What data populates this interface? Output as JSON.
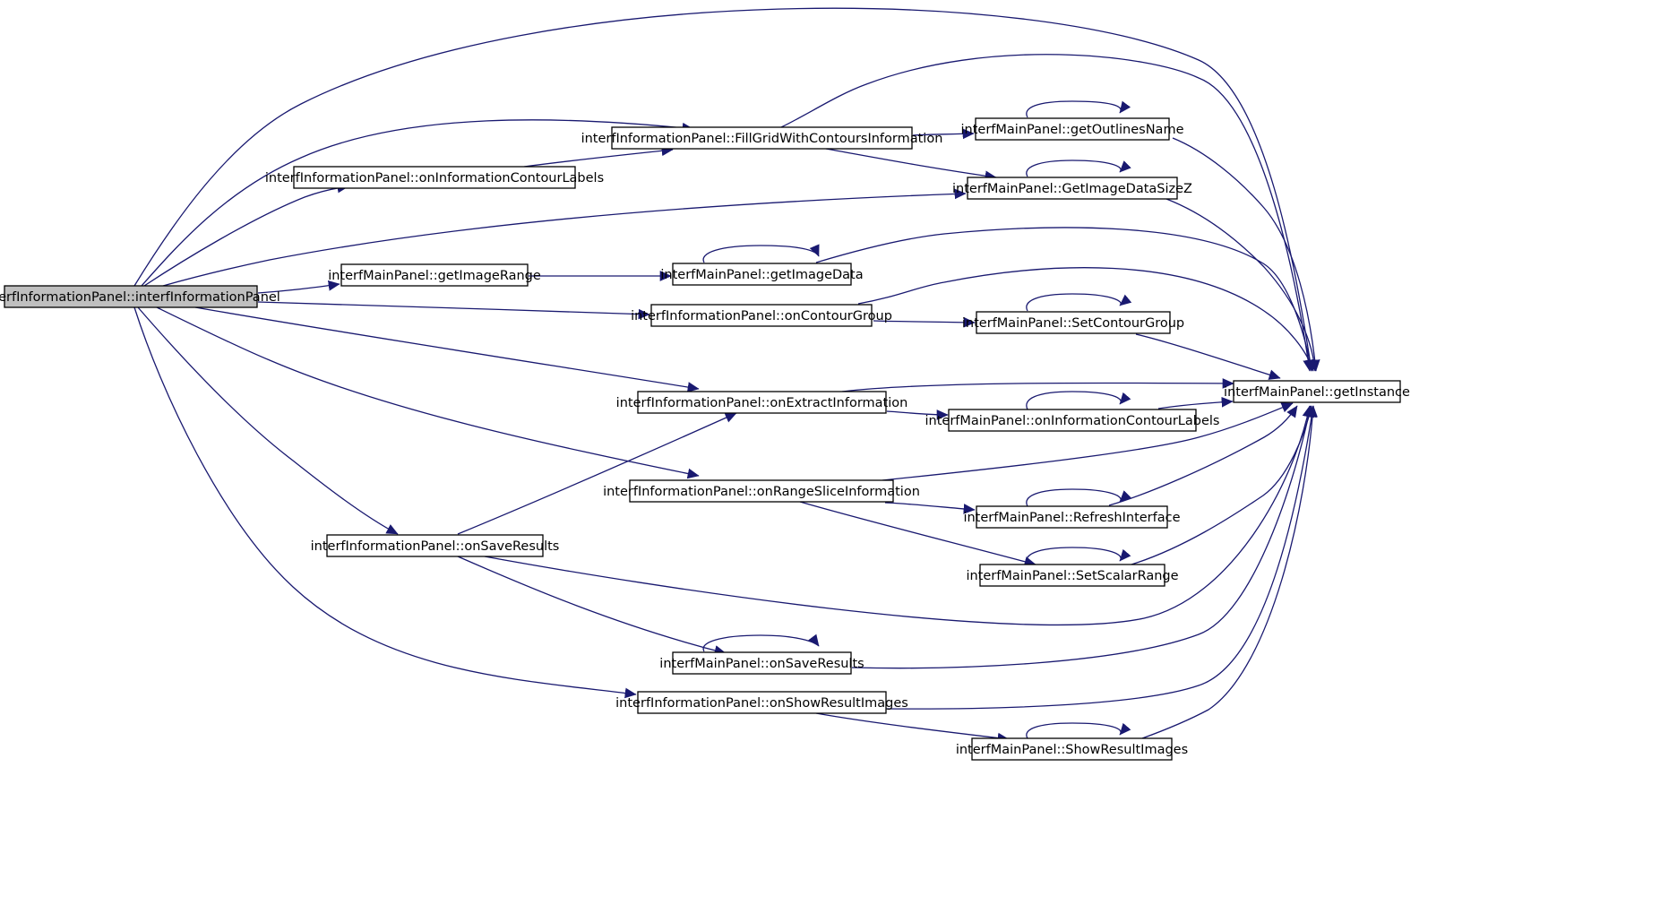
{
  "diagram": {
    "type": "call-graph",
    "edge_color": "#191970",
    "root_fill": "#bfbfbf",
    "node_fill": "#ffffff",
    "nodes": [
      {
        "id": "root",
        "label": "interfInformationPanel::interfInformationPanel",
        "highlight": true
      },
      {
        "id": "fillgrid",
        "label": "interfInformationPanel::FillGridWithContoursInformation"
      },
      {
        "id": "ip_onInfoLabels",
        "label": "interfInformationPanel::onInformationContourLabels"
      },
      {
        "id": "getOutlinesName",
        "label": "interfMainPanel::getOutlinesName"
      },
      {
        "id": "getImageDataSizeZ",
        "label": "interfMainPanel::GetImageDataSizeZ"
      },
      {
        "id": "getImageRange",
        "label": "interfMainPanel::getImageRange"
      },
      {
        "id": "getImageData",
        "label": "interfMainPanel::getImageData"
      },
      {
        "id": "onContourGroup",
        "label": "interfInformationPanel::onContourGroup"
      },
      {
        "id": "setContourGroup",
        "label": "interfMainPanel::SetContourGroup"
      },
      {
        "id": "getInstance",
        "label": "interfMainPanel::getInstance"
      },
      {
        "id": "onExtractInformation",
        "label": "interfInformationPanel::onExtractInformation"
      },
      {
        "id": "mp_onInfoLabels",
        "label": "interfMainPanel::onInformationContourLabels"
      },
      {
        "id": "onRangeSlice",
        "label": "interfInformationPanel::onRangeSliceInformation"
      },
      {
        "id": "refreshInterface",
        "label": "interfMainPanel::RefreshInterface"
      },
      {
        "id": "ip_onSaveResults",
        "label": "interfInformationPanel::onSaveResults"
      },
      {
        "id": "setScalarRange",
        "label": "interfMainPanel::SetScalarRange"
      },
      {
        "id": "mp_onSaveResults",
        "label": "interfMainPanel::onSaveResults"
      },
      {
        "id": "ip_onShowResult",
        "label": "interfInformationPanel::onShowResultImages"
      },
      {
        "id": "mp_showResult",
        "label": "interfMainPanel::ShowResultImages"
      }
    ],
    "edges": [
      {
        "from": "root",
        "to": "getInstance"
      },
      {
        "from": "root",
        "to": "fillgrid"
      },
      {
        "from": "root",
        "to": "ip_onInfoLabels"
      },
      {
        "from": "root",
        "to": "getImageDataSizeZ"
      },
      {
        "from": "root",
        "to": "getImageRange"
      },
      {
        "from": "root",
        "to": "onContourGroup"
      },
      {
        "from": "root",
        "to": "onExtractInformation"
      },
      {
        "from": "root",
        "to": "onRangeSlice"
      },
      {
        "from": "root",
        "to": "ip_onSaveResults"
      },
      {
        "from": "root",
        "to": "ip_onShowResult"
      },
      {
        "from": "fillgrid",
        "to": "getOutlinesName"
      },
      {
        "from": "fillgrid",
        "to": "getImageDataSizeZ"
      },
      {
        "from": "fillgrid",
        "to": "getInstance"
      },
      {
        "from": "ip_onInfoLabels",
        "to": "fillgrid"
      },
      {
        "from": "getOutlinesName",
        "to": "getOutlinesName"
      },
      {
        "from": "getOutlinesName",
        "to": "getInstance"
      },
      {
        "from": "getImageDataSizeZ",
        "to": "getImageDataSizeZ"
      },
      {
        "from": "getImageDataSizeZ",
        "to": "getInstance"
      },
      {
        "from": "getImageRange",
        "to": "getImageData"
      },
      {
        "from": "getImageData",
        "to": "getImageData"
      },
      {
        "from": "getImageData",
        "to": "getInstance"
      },
      {
        "from": "onContourGroup",
        "to": "setContourGroup"
      },
      {
        "from": "onContourGroup",
        "to": "getInstance"
      },
      {
        "from": "setContourGroup",
        "to": "setContourGroup"
      },
      {
        "from": "setContourGroup",
        "to": "getInstance"
      },
      {
        "from": "onExtractInformation",
        "to": "getInstance"
      },
      {
        "from": "onExtractInformation",
        "to": "mp_onInfoLabels"
      },
      {
        "from": "mp_onInfoLabels",
        "to": "mp_onInfoLabels"
      },
      {
        "from": "mp_onInfoLabels",
        "to": "getInstance"
      },
      {
        "from": "onRangeSlice",
        "to": "getInstance"
      },
      {
        "from": "onRangeSlice",
        "to": "refreshInterface"
      },
      {
        "from": "onRangeSlice",
        "to": "setScalarRange"
      },
      {
        "from": "refreshInterface",
        "to": "refreshInterface"
      },
      {
        "from": "refreshInterface",
        "to": "getInstance"
      },
      {
        "from": "setScalarRange",
        "to": "setScalarRange"
      },
      {
        "from": "setScalarRange",
        "to": "getInstance"
      },
      {
        "from": "ip_onSaveResults",
        "to": "onExtractInformation"
      },
      {
        "from": "ip_onSaveResults",
        "to": "getInstance"
      },
      {
        "from": "ip_onSaveResults",
        "to": "mp_onSaveResults"
      },
      {
        "from": "mp_onSaveResults",
        "to": "mp_onSaveResults"
      },
      {
        "from": "mp_onSaveResults",
        "to": "getInstance"
      },
      {
        "from": "ip_onShowResult",
        "to": "getInstance"
      },
      {
        "from": "ip_onShowResult",
        "to": "mp_showResult"
      },
      {
        "from": "mp_showResult",
        "to": "mp_showResult"
      },
      {
        "from": "mp_showResult",
        "to": "getInstance"
      }
    ]
  }
}
